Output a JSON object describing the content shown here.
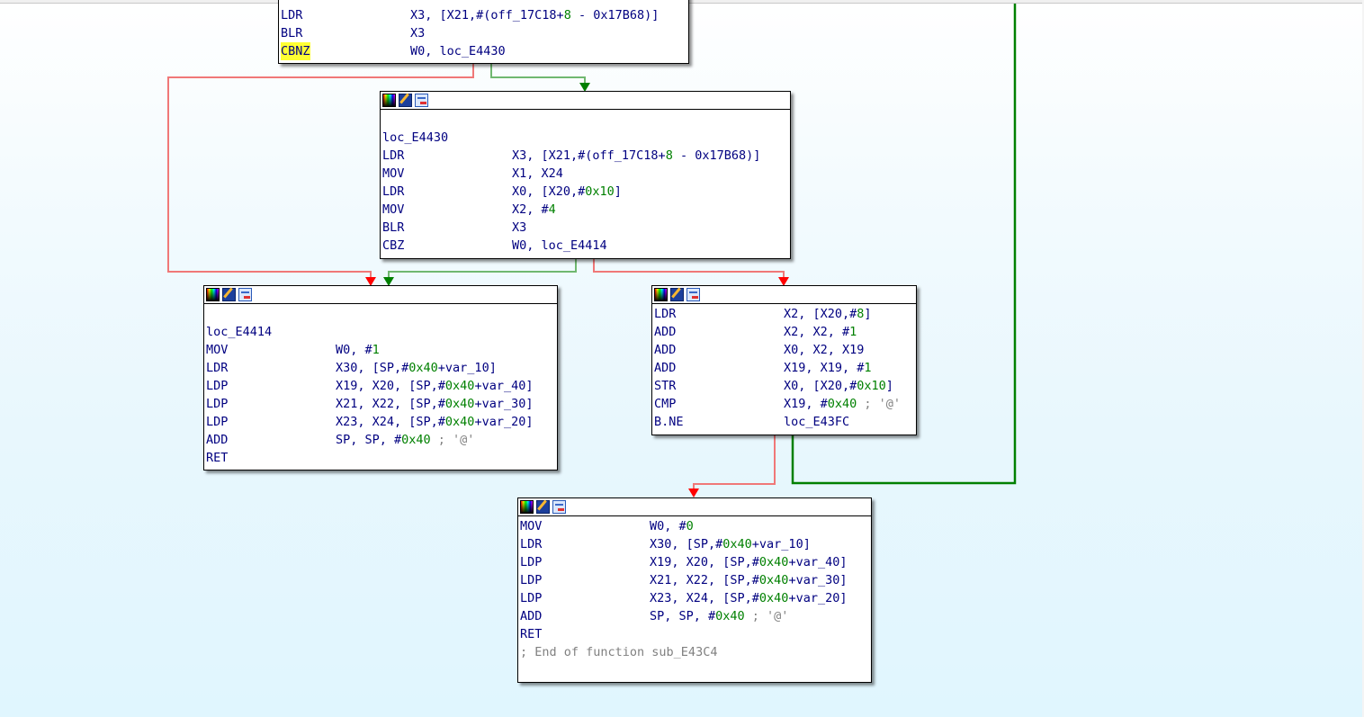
{
  "view": "IDA graph view",
  "colors": {
    "edge_true": "#008000",
    "edge_false": "#ff0000",
    "edge_false_line": "#f07878",
    "edge_true_line": "#70b870",
    "mnemonic": "#000080",
    "immediate": "#008000",
    "comment": "#808080",
    "highlight": "#ffff33"
  },
  "header_icons": [
    "color-palette-icon",
    "edit-node-icon",
    "graph-nodes-icon"
  ],
  "blocks": {
    "top": {
      "rows": [
        {
          "mn": "LDR",
          "parts": [
            {
              "t": "X3, [X21,#(off_17C18+",
              "c": "n"
            },
            {
              "t": "8",
              "c": "g"
            },
            {
              "t": " - 0x17B68)]",
              "c": "n"
            }
          ]
        },
        {
          "mn": "BLR",
          "parts": [
            {
              "t": "X3",
              "c": "n"
            }
          ]
        },
        {
          "mn": "CBNZ",
          "hl": true,
          "parts": [
            {
              "t": "W0, loc_E4430",
              "c": "n"
            }
          ]
        }
      ]
    },
    "loc_E4430": {
      "label": "loc_E4430",
      "rows": [
        {
          "mn": "LDR",
          "parts": [
            {
              "t": "X3, [X21,#(off_17C18+",
              "c": "n"
            },
            {
              "t": "8",
              "c": "g"
            },
            {
              "t": " - 0x17B68)]",
              "c": "n"
            }
          ]
        },
        {
          "mn": "MOV",
          "parts": [
            {
              "t": "X1, X24",
              "c": "n"
            }
          ]
        },
        {
          "mn": "LDR",
          "parts": [
            {
              "t": "X0, [X20,#",
              "c": "n"
            },
            {
              "t": "0x10",
              "c": "g"
            },
            {
              "t": "]",
              "c": "n"
            }
          ]
        },
        {
          "mn": "MOV",
          "parts": [
            {
              "t": "X2, #",
              "c": "n"
            },
            {
              "t": "4",
              "c": "g"
            }
          ]
        },
        {
          "mn": "BLR",
          "parts": [
            {
              "t": "X3",
              "c": "n"
            }
          ]
        },
        {
          "mn": "CBZ",
          "parts": [
            {
              "t": "W0, loc_E4414",
              "c": "n"
            }
          ]
        }
      ]
    },
    "loc_E4414": {
      "label": "loc_E4414",
      "rows": [
        {
          "mn": "MOV",
          "parts": [
            {
              "t": "W0, #",
              "c": "n"
            },
            {
              "t": "1",
              "c": "g"
            }
          ]
        },
        {
          "mn": "LDR",
          "parts": [
            {
              "t": "X30, [SP,#",
              "c": "n"
            },
            {
              "t": "0x40",
              "c": "g"
            },
            {
              "t": "+var_10]",
              "c": "n"
            }
          ]
        },
        {
          "mn": "LDP",
          "parts": [
            {
              "t": "X19, X20, [SP,#",
              "c": "n"
            },
            {
              "t": "0x40",
              "c": "g"
            },
            {
              "t": "+var_40]",
              "c": "n"
            }
          ]
        },
        {
          "mn": "LDP",
          "parts": [
            {
              "t": "X21, X22, [SP,#",
              "c": "n"
            },
            {
              "t": "0x40",
              "c": "g"
            },
            {
              "t": "+var_30]",
              "c": "n"
            }
          ]
        },
        {
          "mn": "LDP",
          "parts": [
            {
              "t": "X23, X24, [SP,#",
              "c": "n"
            },
            {
              "t": "0x40",
              "c": "g"
            },
            {
              "t": "+var_20]",
              "c": "n"
            }
          ]
        },
        {
          "mn": "ADD",
          "parts": [
            {
              "t": "SP, SP, #",
              "c": "n"
            },
            {
              "t": "0x40",
              "c": "g"
            },
            {
              "t": " ; '@'",
              "c": "c"
            }
          ]
        },
        {
          "mn": "RET",
          "parts": []
        }
      ]
    },
    "loop": {
      "rows": [
        {
          "mn": "LDR",
          "parts": [
            {
              "t": "X2, [X20,#",
              "c": "n"
            },
            {
              "t": "8",
              "c": "g"
            },
            {
              "t": "]",
              "c": "n"
            }
          ]
        },
        {
          "mn": "ADD",
          "parts": [
            {
              "t": "X2, X2, #",
              "c": "n"
            },
            {
              "t": "1",
              "c": "g"
            }
          ]
        },
        {
          "mn": "ADD",
          "parts": [
            {
              "t": "X0, X2, X19",
              "c": "n"
            }
          ]
        },
        {
          "mn": "ADD",
          "parts": [
            {
              "t": "X19, X19, #",
              "c": "n"
            },
            {
              "t": "1",
              "c": "g"
            }
          ]
        },
        {
          "mn": "STR",
          "parts": [
            {
              "t": "X0, [X20,#",
              "c": "n"
            },
            {
              "t": "0x10",
              "c": "g"
            },
            {
              "t": "]",
              "c": "n"
            }
          ]
        },
        {
          "mn": "CMP",
          "parts": [
            {
              "t": "X19, #",
              "c": "n"
            },
            {
              "t": "0x40",
              "c": "g"
            },
            {
              "t": " ; '@'",
              "c": "c"
            }
          ]
        },
        {
          "mn": "B.NE",
          "parts": [
            {
              "t": "loc_E43FC",
              "c": "n"
            }
          ]
        }
      ]
    },
    "exit": {
      "rows": [
        {
          "mn": "MOV",
          "parts": [
            {
              "t": "W0, #",
              "c": "n"
            },
            {
              "t": "0",
              "c": "g"
            }
          ]
        },
        {
          "mn": "LDR",
          "parts": [
            {
              "t": "X30, [SP,#",
              "c": "n"
            },
            {
              "t": "0x40",
              "c": "g"
            },
            {
              "t": "+var_10]",
              "c": "n"
            }
          ]
        },
        {
          "mn": "LDP",
          "parts": [
            {
              "t": "X19, X20, [SP,#",
              "c": "n"
            },
            {
              "t": "0x40",
              "c": "g"
            },
            {
              "t": "+var_40]",
              "c": "n"
            }
          ]
        },
        {
          "mn": "LDP",
          "parts": [
            {
              "t": "X21, X22, [SP,#",
              "c": "n"
            },
            {
              "t": "0x40",
              "c": "g"
            },
            {
              "t": "+var_30]",
              "c": "n"
            }
          ]
        },
        {
          "mn": "LDP",
          "parts": [
            {
              "t": "X23, X24, [SP,#",
              "c": "n"
            },
            {
              "t": "0x40",
              "c": "g"
            },
            {
              "t": "+var_20]",
              "c": "n"
            }
          ]
        },
        {
          "mn": "ADD",
          "parts": [
            {
              "t": "SP, SP, #",
              "c": "n"
            },
            {
              "t": "0x40",
              "c": "g"
            },
            {
              "t": " ; '@'",
              "c": "c"
            }
          ]
        },
        {
          "mn": "RET",
          "parts": []
        }
      ],
      "end_comment": "; End of function sub_E43C4"
    }
  }
}
